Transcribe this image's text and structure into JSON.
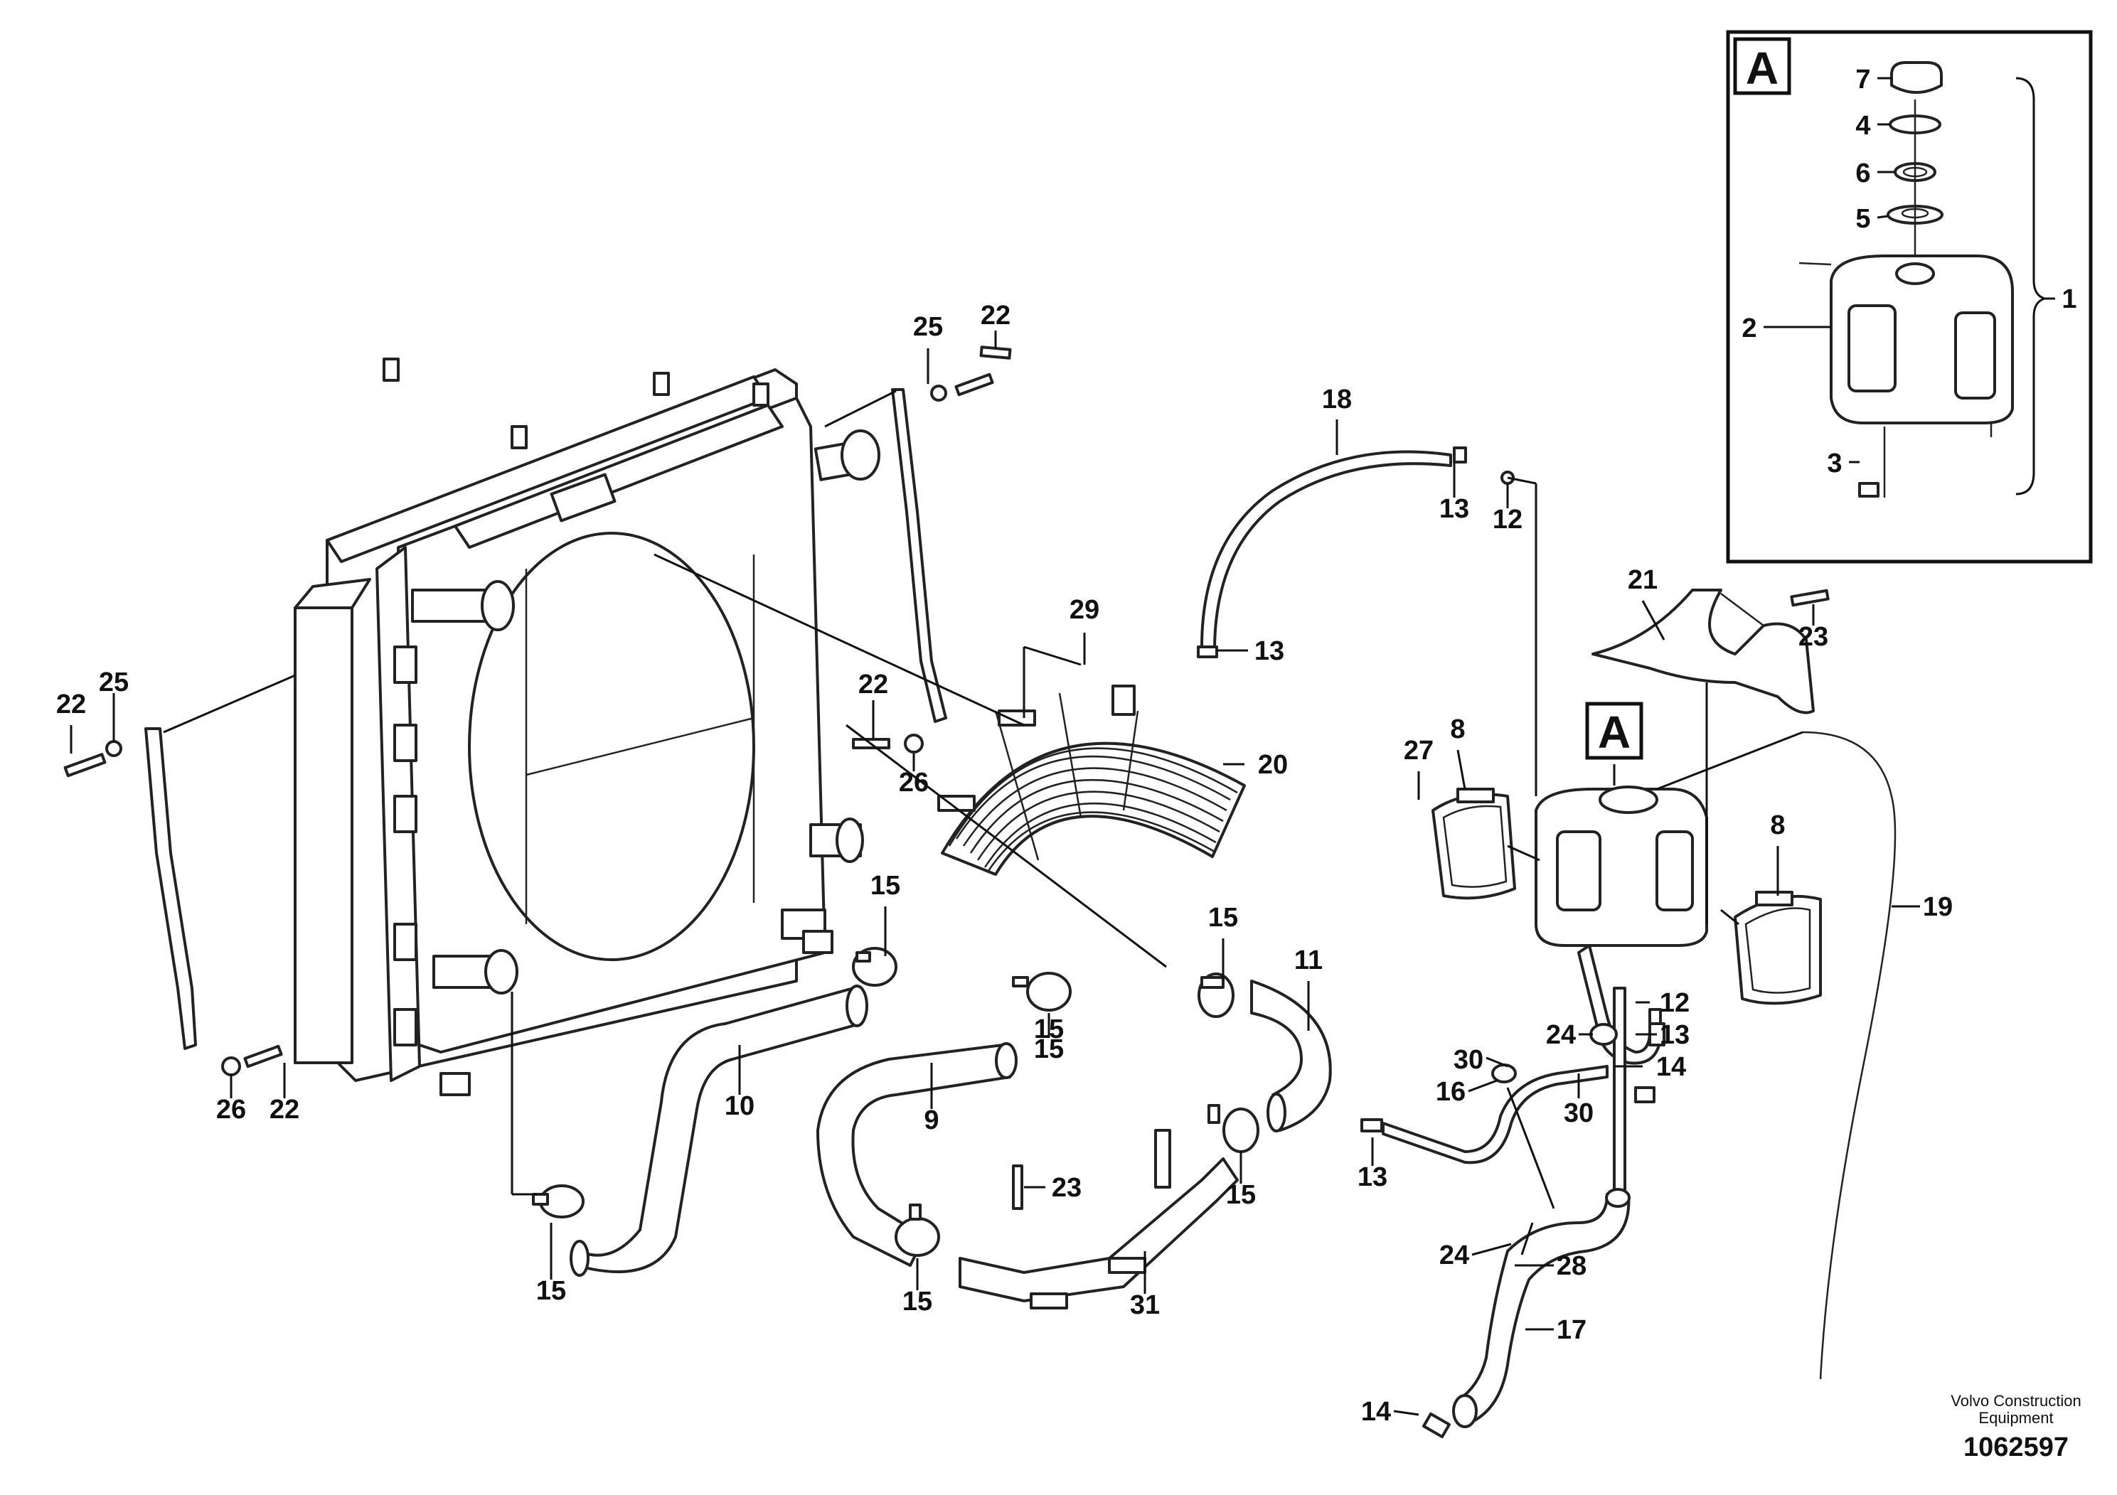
{
  "detail_box": {
    "title": "A",
    "labels": [
      "7",
      "4",
      "6",
      "5",
      "1",
      "2",
      "3"
    ]
  },
  "callout_main": "A",
  "labels": {
    "l25a": "25",
    "l22a": "22",
    "l22b": "22",
    "l25b": "25",
    "l29": "29",
    "l22c": "22",
    "l26a": "26",
    "l20": "20",
    "l18": "18",
    "l13a": "13",
    "l12a": "12",
    "l13b": "13",
    "l21": "21",
    "l23a": "23",
    "l27": "27",
    "l8a": "8",
    "l8b": "8",
    "l19": "19",
    "l15a": "15",
    "l15b": "15",
    "l15c": "15",
    "l11": "11",
    "l10": "10",
    "l9": "9",
    "l15d": "15",
    "l26b": "26",
    "l22d": "22",
    "l23b": "23",
    "l15e": "15",
    "l15f": "15",
    "l15g": "15",
    "l31": "31",
    "l24a": "24",
    "l12b": "12",
    "l13c": "13",
    "l30a": "30",
    "l16": "16",
    "l14a": "14",
    "l30b": "30",
    "l13d": "13",
    "l24b": "24",
    "l28": "28",
    "l17": "17",
    "l14b": "14"
  },
  "footer": {
    "brand_line1": "Volvo Construction",
    "brand_line2": "Equipment",
    "drawing_number": "1062597"
  }
}
